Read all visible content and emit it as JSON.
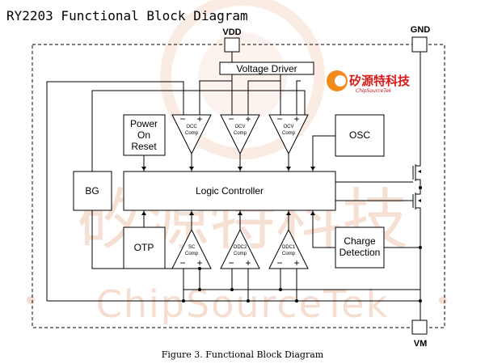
{
  "header": {
    "title": "RY2203 Functional Block Diagram"
  },
  "caption": "Figure 3. Functional Block Diagram",
  "pins": {
    "vdd": "VDD",
    "gnd": "GND",
    "vm": "VM"
  },
  "blocks": {
    "voltage_driver": "Voltage Driver",
    "power_on_reset": [
      "Power",
      "On",
      "Reset"
    ],
    "osc": "OSC",
    "bg": "BG",
    "logic_controller": "Logic Controller",
    "otp": "OTP",
    "charge_detection": [
      "Charge",
      "Detection"
    ]
  },
  "comparators": {
    "top": [
      {
        "name": [
          "OCC",
          "Comp"
        ],
        "neg": "−",
        "pos": "+"
      },
      {
        "name": [
          "OCV",
          "Comp"
        ],
        "neg": "−",
        "pos": "+"
      },
      {
        "name": [
          "OCV",
          "Comp"
        ],
        "neg": "−",
        "pos": "+"
      }
    ],
    "bottom": [
      {
        "name": [
          "SC",
          "Comp"
        ],
        "neg": "−",
        "pos": "+"
      },
      {
        "name": [
          "ODC2",
          "Comp"
        ],
        "neg": "−",
        "pos": "+"
      },
      {
        "name": [
          "ODC1",
          "Comp"
        ],
        "neg": "−",
        "pos": "+"
      }
    ]
  },
  "logo": {
    "name": "矽源特科技",
    "sub": "ChipSourceTek"
  },
  "watermark": {
    "chinese": "矽源特科技",
    "latin": "ChipSourceTek"
  },
  "colors": {
    "watermark": "#f0c7b2",
    "logo_red": "#d81a1a",
    "logo_orange": "#f08c1e"
  }
}
